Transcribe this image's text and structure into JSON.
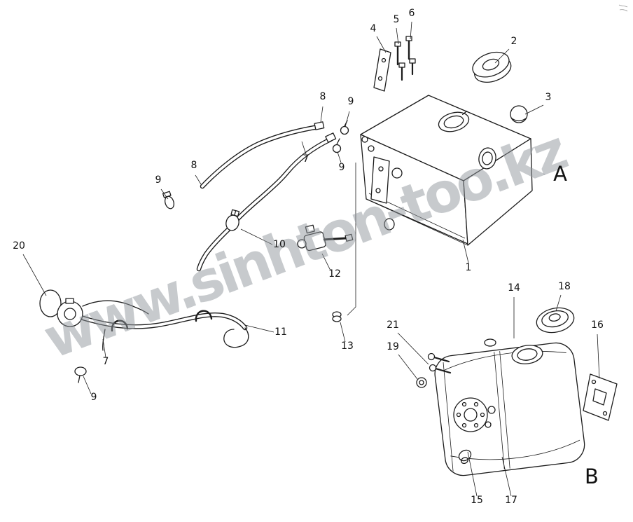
{
  "watermark": {
    "text": "www.sinhton-too.kz"
  },
  "regions": [
    {
      "label": "A"
    },
    {
      "label": "B"
    }
  ],
  "callouts": [
    {
      "label": "4"
    },
    {
      "label": "5"
    },
    {
      "label": "6"
    },
    {
      "label": "2"
    },
    {
      "label": "3"
    },
    {
      "label": "8"
    },
    {
      "label": "9"
    },
    {
      "label": "7"
    },
    {
      "label": "9"
    },
    {
      "label": "8"
    },
    {
      "label": "9"
    },
    {
      "label": "1"
    },
    {
      "label": "10"
    },
    {
      "label": "20"
    },
    {
      "label": "12"
    },
    {
      "label": "11"
    },
    {
      "label": "13"
    },
    {
      "label": "7"
    },
    {
      "label": "9"
    },
    {
      "label": "14"
    },
    {
      "label": "18"
    },
    {
      "label": "16"
    },
    {
      "label": "21"
    },
    {
      "label": "19"
    },
    {
      "label": "15"
    },
    {
      "label": "17"
    }
  ]
}
